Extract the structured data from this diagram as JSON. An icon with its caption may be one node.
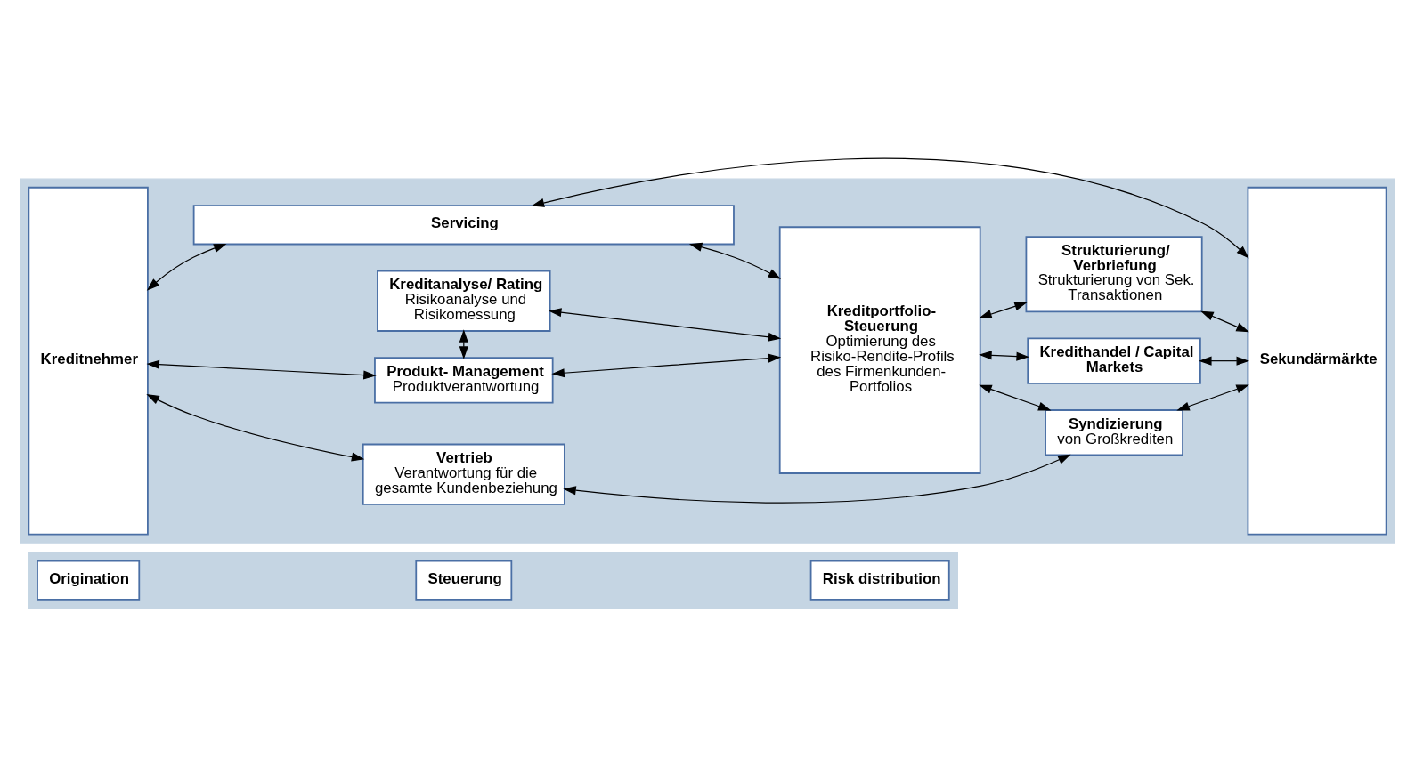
{
  "diagram": {
    "nodes": [
      {
        "text": [],
        "shape": "box"
      },
      {
        "text": [
          "Origination"
        ],
        "in": 0
      },
      {
        "text": [
          "Steuerung"
        ],
        "in": 0
      },
      {
        "text": [
          "Risk distribution"
        ],
        "in": 0
      },
      {
        "text": [],
        "shape": "box"
      },
      {
        "text": [
          "Kreditnehmer"
        ],
        "in": 4
      },
      {
        "text": [
          "Vertrieb",
          "Verantwortung für die gesamte Kundenbeziehung"
        ],
        "in": 4
      },
      {
        "text": [
          "Produkt- Management",
          "Produktverantwortung"
        ],
        "in": 4
      },
      {
        "text": [
          "Kreditanalyse/ Rating",
          "Risikoanalyse und Risikomessung"
        ],
        "in": 4
      },
      {
        "text": [
          "Kreditportfolio- Steuerung",
          "Optimierung des Risiko-Rendite-Profils des Firmenkunden- Portfolios"
        ],
        "in": 4
      },
      {
        "text": [
          "Syndizierung",
          "von Großkrediten"
        ],
        "in": 4
      },
      {
        "text": [
          "Kredithandel / Capital Markets"
        ],
        "in": 4
      },
      {
        "text": [
          "Strukturierung/ Verbriefung",
          "Strukturierung von Sek. Transaktionen"
        ],
        "in": 4
      },
      {
        "text": [
          "Servicing"
        ],
        "in": 4
      },
      {
        "text": [
          "Sekundärmärkte"
        ],
        "in": 4
      }
    ],
    "edges": [
      {
        "from": 5,
        "to": 6,
        "arrow": "both"
      },
      {
        "from": 5,
        "to": 7,
        "arrow": "both"
      },
      {
        "from": 5,
        "to": 13,
        "arrow": "both"
      },
      {
        "from": 6,
        "to": 10,
        "arrow": "both"
      },
      {
        "from": 7,
        "to": 9,
        "arrow": "both"
      },
      {
        "from": 7,
        "to": 8,
        "arrow": "both"
      },
      {
        "from": 8,
        "to": 9,
        "arrow": "both"
      },
      {
        "from": 9,
        "to": 10,
        "arrow": "both"
      },
      {
        "from": 9,
        "to": 11,
        "arrow": "both"
      },
      {
        "from": 9,
        "to": 12,
        "arrow": "both"
      },
      {
        "from": 9,
        "to": 13,
        "arrow": "both"
      },
      {
        "from": 10,
        "to": 14,
        "arrow": "both"
      },
      {
        "from": 11,
        "to": 14,
        "arrow": "both"
      },
      {
        "from": 12,
        "to": 14,
        "arrow": "both"
      },
      {
        "from": 13,
        "to": 14,
        "arrow": "both"
      }
    ]
  }
}
